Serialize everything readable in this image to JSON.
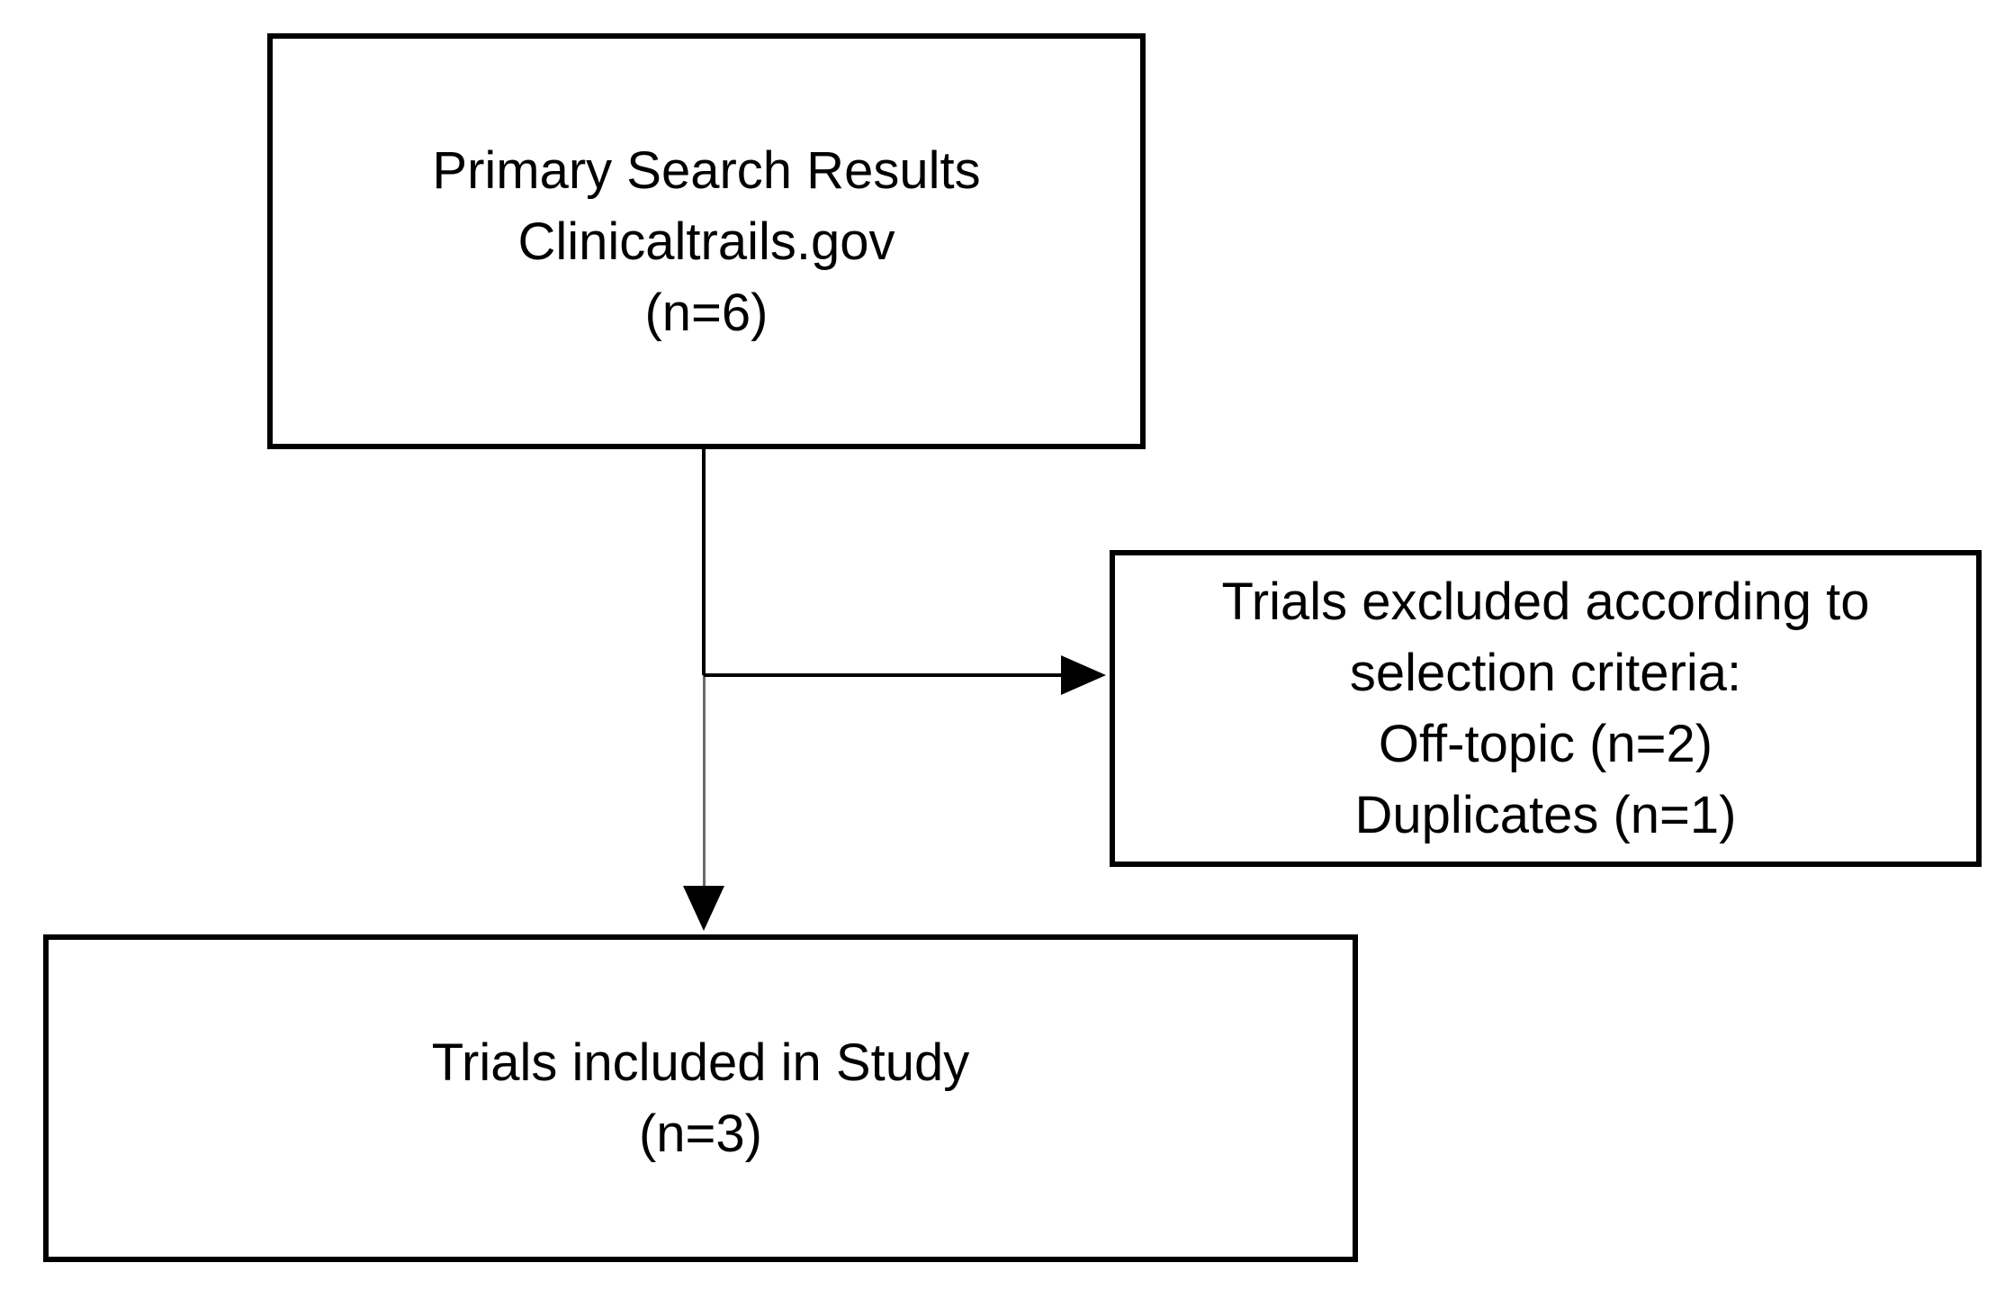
{
  "diagram": {
    "type": "flowchart",
    "background_color": "#ffffff",
    "box_border_color": "#000000",
    "text_color": "#000000",
    "connector_color": "#000000",
    "nodes": {
      "primary_search": {
        "lines": [
          "Primary Search Results",
          "Clinicaltrails.gov",
          "(n=6)"
        ]
      },
      "excluded": {
        "lines": [
          "Trials excluded according to",
          "selection criteria:",
          "Off-topic (n=2)",
          "Duplicates (n=1)"
        ]
      },
      "included": {
        "lines": [
          "Trials included in Study",
          "(n=3)"
        ]
      }
    },
    "edges": [
      {
        "from": "primary_search",
        "to": "included",
        "style": "arrow-down"
      },
      {
        "from": "primary_search",
        "to": "excluded",
        "style": "arrow-right-branch"
      }
    ]
  }
}
